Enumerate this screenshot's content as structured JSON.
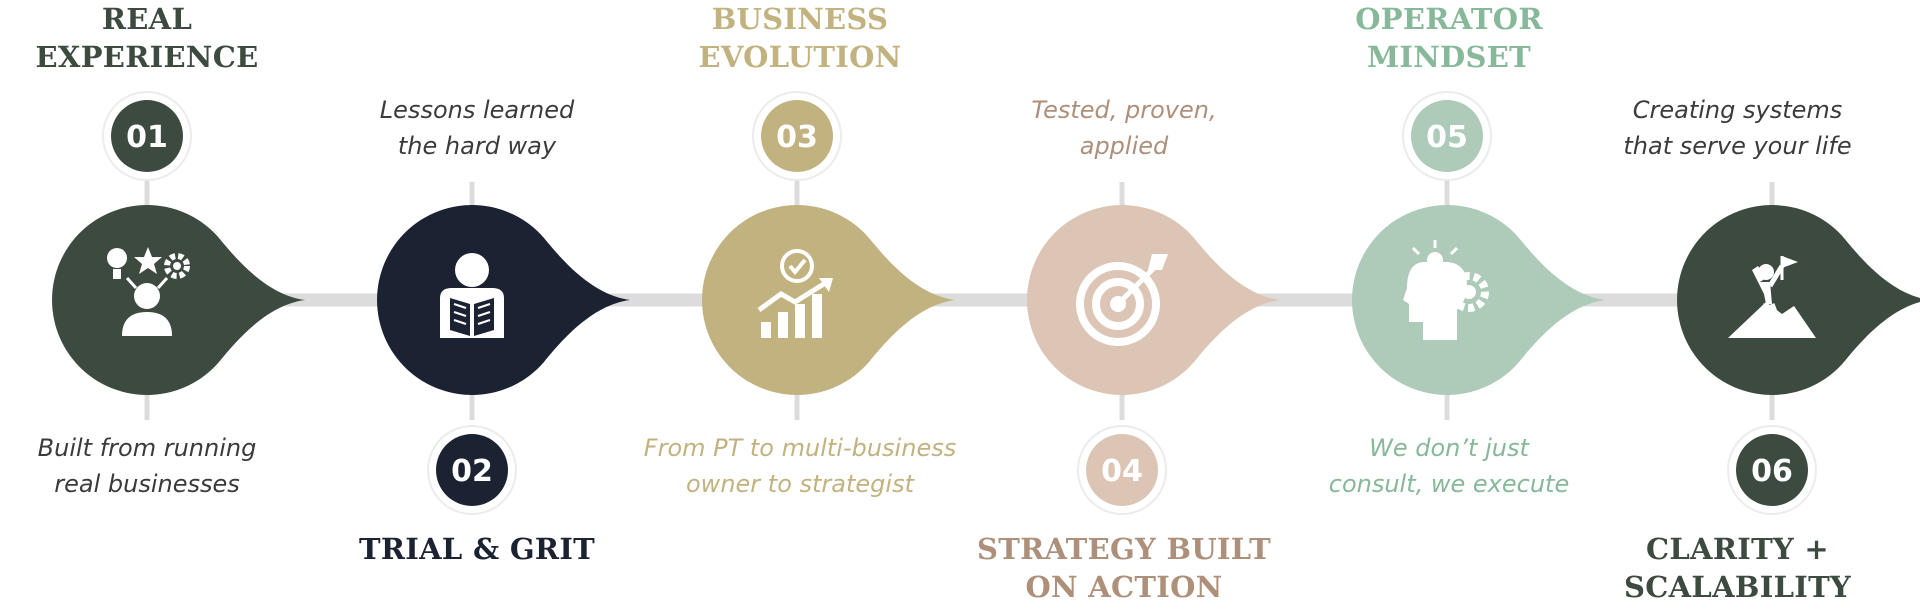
{
  "steps": [
    {
      "number": "01",
      "title_line1": "REAL",
      "title_line2": "EXPERIENCE",
      "desc_line1": "Built from running",
      "desc_line2": "real businesses",
      "color": "#3d4a3f",
      "title_color": "#3d4a3f",
      "desc_color": "#3b3b3b",
      "icon": "ideas-person-icon"
    },
    {
      "number": "02",
      "title_line1": "TRIAL & GRIT",
      "title_line2": "",
      "desc_line1": "Lessons learned",
      "desc_line2": "the hard way",
      "color": "#1b2232",
      "title_color": "#1b2232",
      "desc_color": "#3b3b3b",
      "icon": "reading-person-icon"
    },
    {
      "number": "03",
      "title_line1": "BUSINESS",
      "title_line2": "EVOLUTION",
      "desc_line1": "From PT to multi-business",
      "desc_line2": "owner to strategist",
      "color": "#c2b280",
      "title_color": "#c2b280",
      "desc_color": "#c2b280",
      "icon": "growth-chart-icon"
    },
    {
      "number": "04",
      "title_line1": "STRATEGY BUILT",
      "title_line2": "ON ACTION",
      "desc_line1": "Tested, proven,",
      "desc_line2": "applied",
      "color": "#dcc5b5",
      "title_color": "#ad8f7a",
      "desc_color": "#ad8f7a",
      "icon": "target-arrow-icon"
    },
    {
      "number": "05",
      "title_line1": "OPERATOR",
      "title_line2": "MINDSET",
      "desc_line1": "We don’t just",
      "desc_line2": "consult, we execute",
      "color": "#aecab8",
      "title_color": "#86b899",
      "desc_color": "#86b899",
      "icon": "mind-gears-icon"
    },
    {
      "number": "06",
      "title_line1": "CLARITY +",
      "title_line2": "SCALABILITY",
      "desc_line1": "Creating systems",
      "desc_line2": "that serve your life",
      "color": "#3d4a3f",
      "title_color": "#3d4a3f",
      "desc_color": "#3b3b3b",
      "icon": "summit-flag-icon"
    }
  ]
}
